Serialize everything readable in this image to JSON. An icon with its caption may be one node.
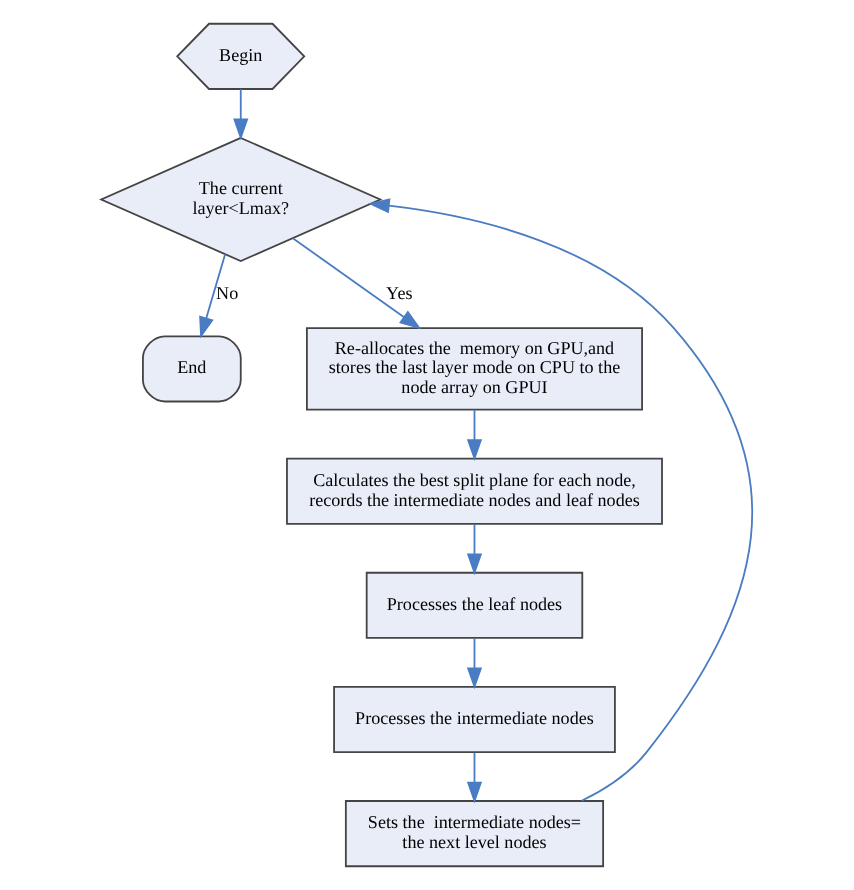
{
  "diagram": {
    "nodes": [
      {
        "text": [
          "Begin"
        ]
      },
      {
        "text": [
          "The current layer<Lmax?"
        ]
      },
      {
        "text": [
          "End"
        ]
      },
      {
        "text": [
          "Re-allocates the  memory on GPU,and stores the last layer mode on CPU to the node array on GPUI"
        ]
      },
      {
        "text": [
          "Calculates the best split plane for each node, records the intermediate nodes and leaf nodes"
        ]
      },
      {
        "text": [
          "Processes the leaf nodes"
        ]
      },
      {
        "text": [
          "Processes the intermediate nodes"
        ]
      },
      {
        "text": [
          "Sets the  intermediate nodes= the next level nodes"
        ]
      }
    ],
    "edges": [
      {
        "from": 0,
        "to": 1,
        "arrow": "to"
      },
      {
        "from": 1,
        "to": 2,
        "arrow": "to",
        "label": "No"
      },
      {
        "from": 1,
        "to": 3,
        "arrow": "to",
        "label": "Yes"
      },
      {
        "from": 3,
        "to": 4,
        "arrow": "to"
      },
      {
        "from": 4,
        "to": 5,
        "arrow": "to"
      },
      {
        "from": 5,
        "to": 6,
        "arrow": "to"
      },
      {
        "from": 6,
        "to": 7,
        "arrow": "to"
      },
      {
        "from": 7,
        "to": 1,
        "arrow": "to"
      }
    ]
  }
}
